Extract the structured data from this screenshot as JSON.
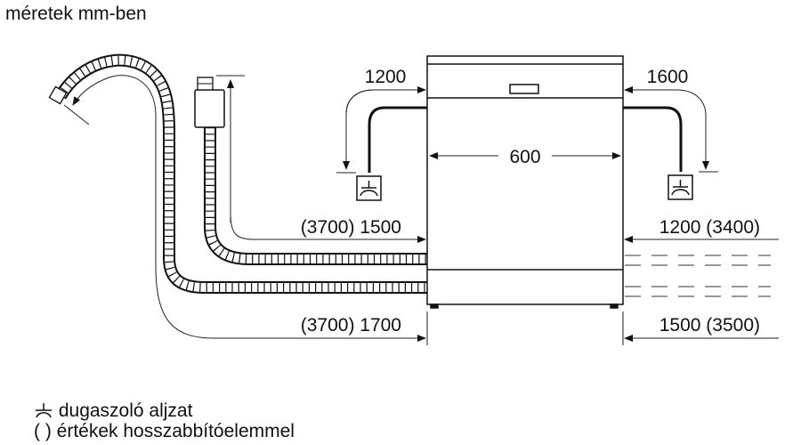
{
  "title": "méretek mm-ben",
  "dimensions": {
    "width": "600",
    "power_left": "1200",
    "power_right": "1600",
    "inlet_left": "(3700) 1500",
    "drain_left": "(3700) 1700",
    "inlet_right": "1200 (3400)",
    "drain_right": "1500 (3500)"
  },
  "legend": {
    "socket_symbol": "⏊",
    "socket_label": "dugaszoló aljzat",
    "paren_symbol": "( )",
    "paren_label": "értékek hosszabbítóelemmel"
  }
}
